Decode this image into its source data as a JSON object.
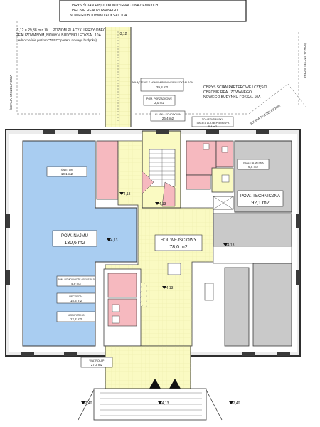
{
  "notes": {
    "top_box": [
      "OBRYS ŚCIAN PIĘCIU KONDYGNACJI NAZIEMNYCH",
      "OBECNIE REALIZOWANEGO",
      "NOWEGO BUDYNKU FOKSAL 10A"
    ],
    "elevation": [
      "-3,12 = 29,38 m.n.W.... POZIOM PLACYKU PRZY OBECNIE",
      "REALIZOWANYM, NOWYM BUDYNKU FOKSAL 10A",
      "( jednocześnie poziom \"ZERO\" parteru nowego budynku)"
    ],
    "right_outline": [
      "OBRYS ŚCIAN PARTEROWEJ CZĘŚCI",
      "OBECNIE REALIZOWANEGO",
      "NOWEGO BUDYNKU FOKSAL 10A"
    ],
    "wall_left": "ŚCIANA SZCZELINOWA",
    "wall_right_vertical": "ŚCIANA SZCZELINOWA",
    "wall_right_diagonal": "ŚCIANA SZCZELINOWA"
  },
  "levels": {
    "top_ramp": "-3,12",
    "left": "-4,13",
    "najmu": "-4,13",
    "centre": "-4,13",
    "right": "-4,13",
    "lower": "-4,13",
    "bottom": "-4,13",
    "bottom_left": "-2,40",
    "bottom_right": "-2,40"
  },
  "rooms": {
    "polaczenie": {
      "name": "POŁĄCZENIE Z NOWYM BUDYNKIEM FOKSAL 10A",
      "area": "29,8 m2"
    },
    "pom_porzadkowe_top": {
      "name": "POM. PORZĄDKOWE",
      "area": "2,0 m2"
    },
    "klatka": {
      "name": "KLATKA SCHODOWA",
      "area": "26,4 m2"
    },
    "toaleta_damska": {
      "name": "TOALETA DAMSKA",
      "area": ""
    },
    "toaleta_niepelnosprawni": {
      "name": "TOALETA DLA NIEPEŁNOSPR.",
      "area": "5,4 m2"
    },
    "toaleta_meska": {
      "name": "TOALETA MĘSKA",
      "area": "5,6 m2"
    },
    "swietlik": {
      "name": "ŚWIETLIK",
      "area": "10,1 m2"
    },
    "najmu": {
      "name": "POW. NAJMU",
      "area": "130,6 m2"
    },
    "techniczna": {
      "name": "POW. TECHNICZNA",
      "area": "92,1 m2"
    },
    "hol": {
      "name": "HOL WEJŚCIOWY",
      "area": "78,0 m2"
    },
    "pom_pomocnicze": {
      "name": "POM. POMOCNICZE / RECEPCJI",
      "area": "4,9 m2"
    },
    "recepcja": {
      "name": "RECEPCJA",
      "area": "15,3 m2"
    },
    "monitoring": {
      "name": "MONITORING",
      "area": "12,2 m2"
    },
    "wiatrolap": {
      "name": "WIATROŁAP",
      "area": "27,3 m2"
    }
  },
  "colors": {
    "najmu": "#a9cdf1",
    "circulation": "#fafac2",
    "toilets": "#f6b9bf",
    "technical": "#c9c9c9",
    "walls": "#3a3a3a"
  }
}
